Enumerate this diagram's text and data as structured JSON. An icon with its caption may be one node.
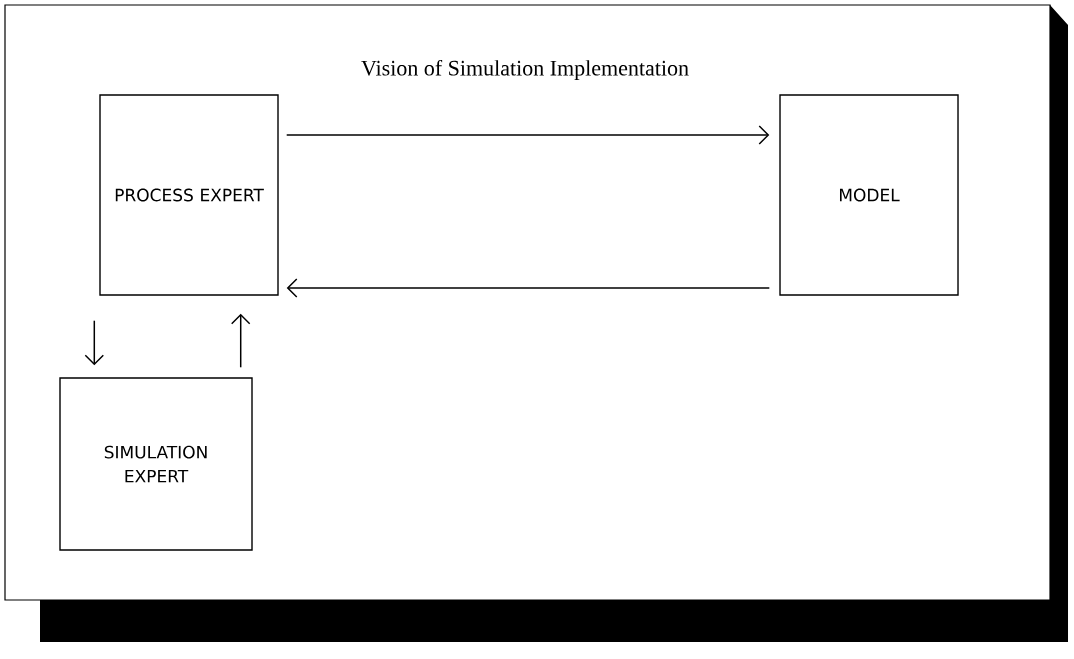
{
  "diagram": {
    "title": "Vision of Simulation Implementation",
    "nodes": [
      {
        "text": [
          "PROCESS EXPERT"
        ]
      },
      {
        "text": [
          "MODEL"
        ]
      },
      {
        "text": [
          "SIMULATION EXPERT"
        ]
      }
    ],
    "edges": [
      {
        "from": 0,
        "to": 1,
        "arrow": "to"
      },
      {
        "from": 1,
        "to": 0,
        "arrow": "to"
      },
      {
        "from": 0,
        "to": 2,
        "arrow": "to"
      },
      {
        "from": 2,
        "to": 0,
        "arrow": "to"
      }
    ]
  }
}
